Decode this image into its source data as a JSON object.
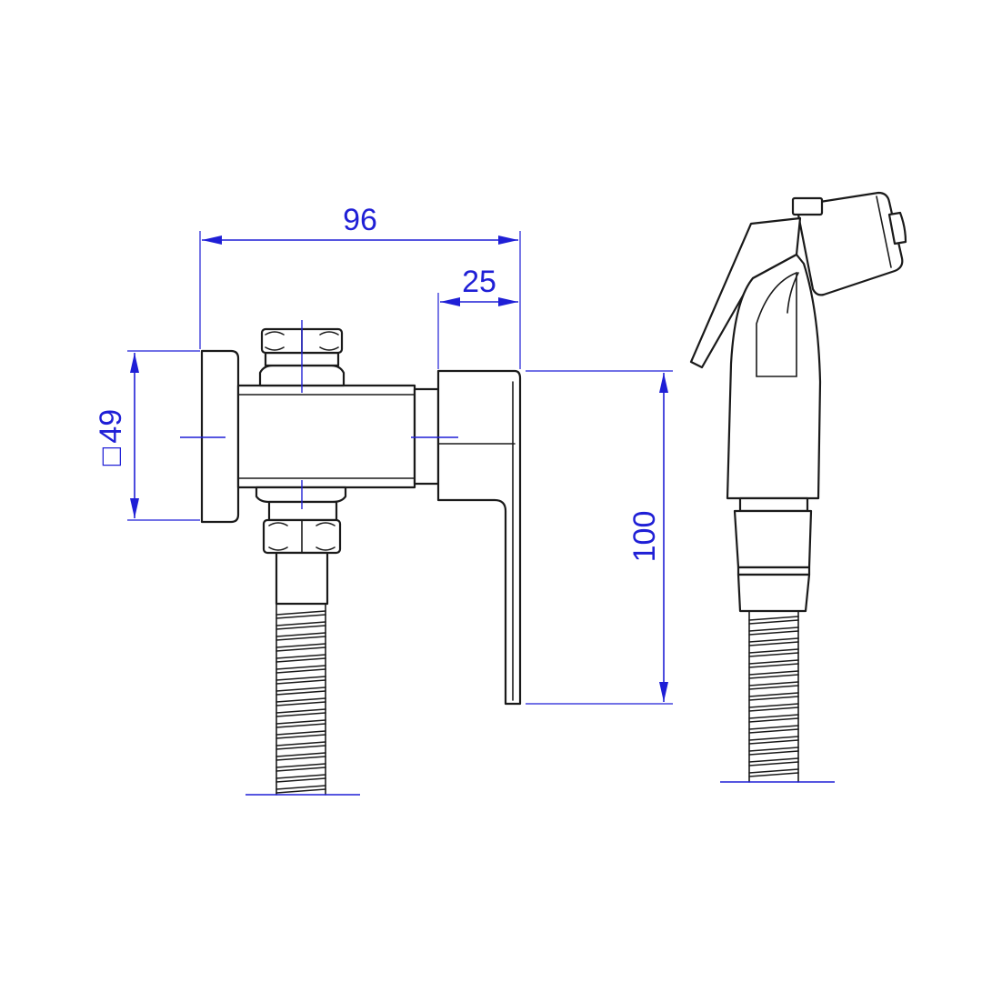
{
  "dimensions": {
    "overall_depth": "96",
    "handle_depth": "25",
    "plate_size_symbol": "□",
    "plate_size": "49",
    "handle_length": "100"
  },
  "colors": {
    "dimension": "#1f1fd6",
    "outline": "#1a1a1a",
    "background": "#ffffff"
  }
}
